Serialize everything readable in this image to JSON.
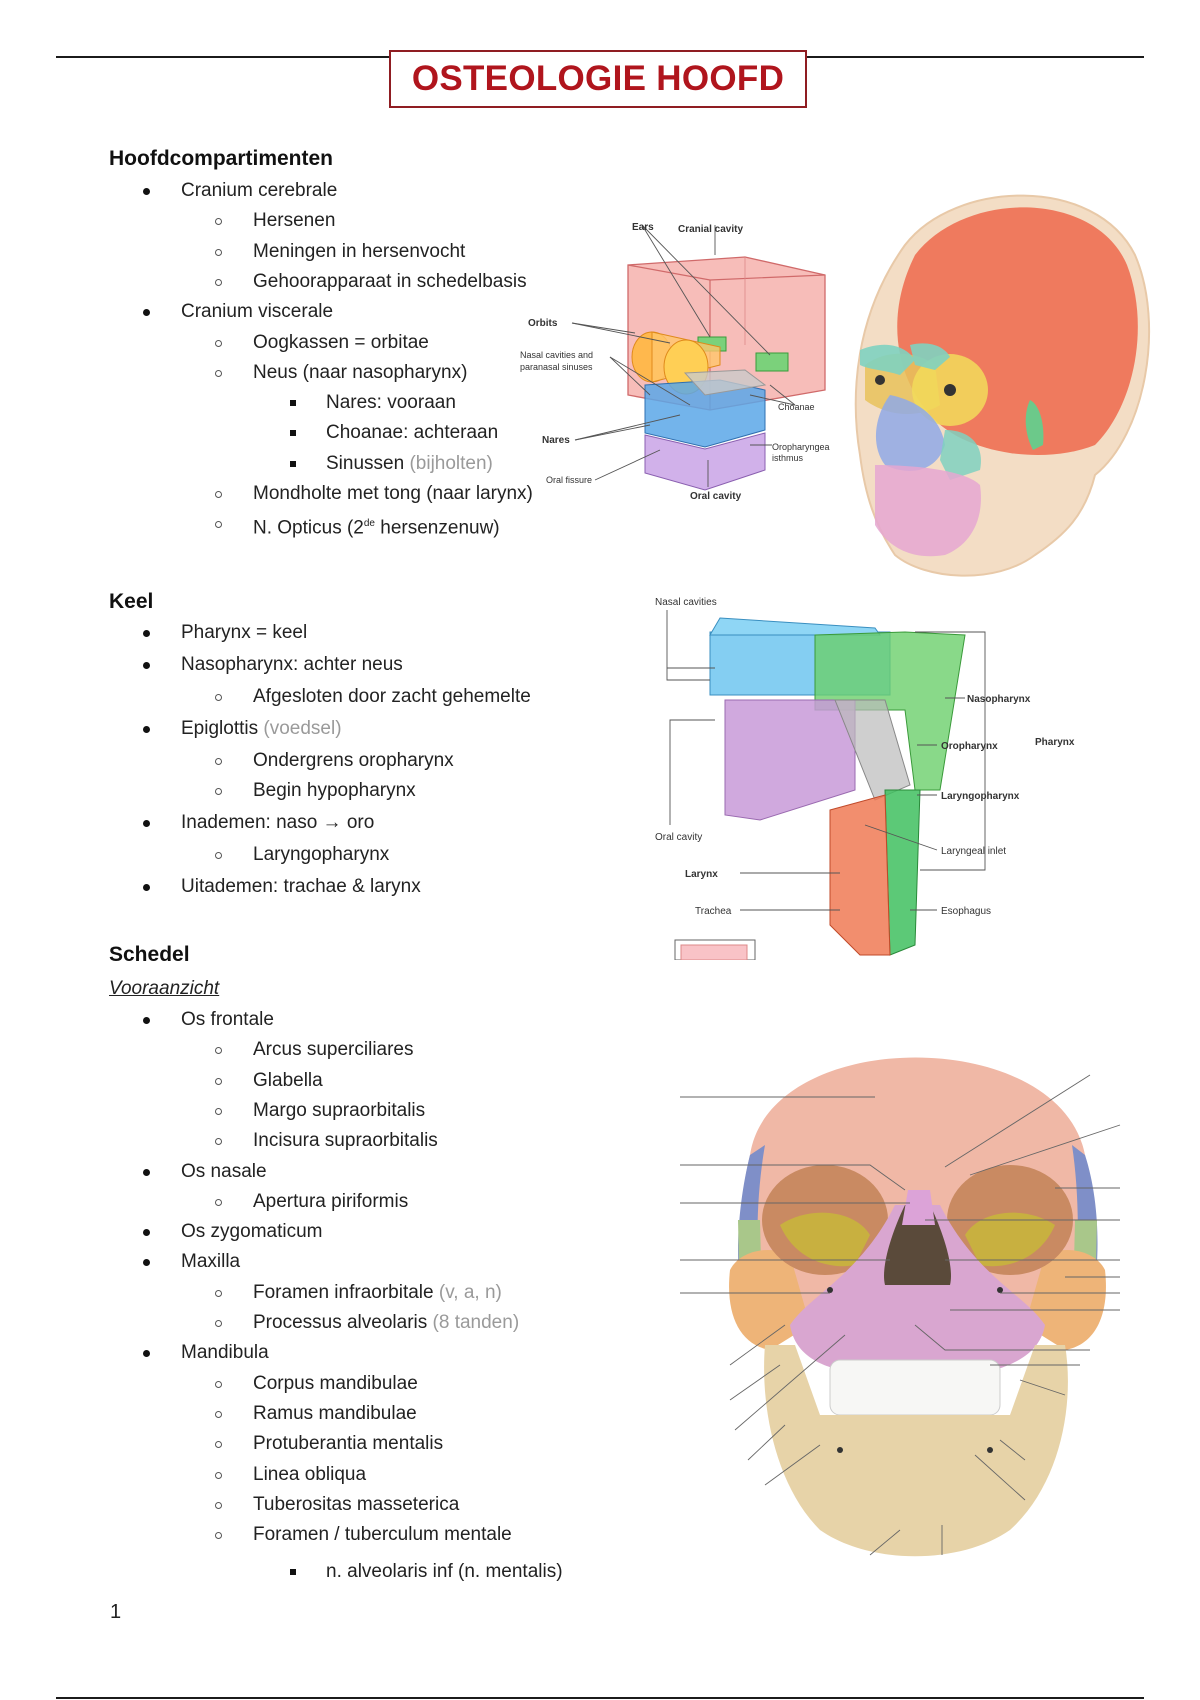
{
  "title": "OSTEOLOGIE HOOFD",
  "colors": {
    "title_text": "#b0151d",
    "title_border": "#8f1d22",
    "note_gray": "#9a9a9a"
  },
  "sections": {
    "hoofd": {
      "heading": "Hoofdcompartimenten",
      "items": [
        {
          "level": 1,
          "text": "Cranium cerebrale"
        },
        {
          "level": 2,
          "text": "Hersenen"
        },
        {
          "level": 2,
          "text": "Meningen in hersenvocht"
        },
        {
          "level": 2,
          "text": "Gehoorapparaat in schedelbasis"
        },
        {
          "level": 1,
          "text": "Cranium viscerale"
        },
        {
          "level": 2,
          "text": "Oogkassen = orbitae"
        },
        {
          "level": 2,
          "text": "Neus (naar nasopharynx)"
        },
        {
          "level": 3,
          "text": "Nares: vooraan"
        },
        {
          "level": 3,
          "text": "Choanae: achteraan"
        },
        {
          "level": 3,
          "text": "Sinussen",
          "note": " (bijholten)"
        },
        {
          "level": 2,
          "text": "Mondholte met tong (naar larynx)"
        },
        {
          "level": 2,
          "text": "N. Opticus (2",
          "sup": "de",
          "after": " hersenzenuw)"
        }
      ]
    },
    "keel": {
      "heading": "Keel",
      "items": [
        {
          "level": 1,
          "text": "Pharynx = keel"
        },
        {
          "level": 1,
          "text": "Nasopharynx: achter neus"
        },
        {
          "level": 2,
          "text": "Afgesloten door zacht gehemelte"
        },
        {
          "level": 1,
          "text": "Epiglottis",
          "note": " (voedsel)"
        },
        {
          "level": 2,
          "text": "Ondergrens oropharynx"
        },
        {
          "level": 2,
          "text": "Begin hypopharynx"
        },
        {
          "level": 1,
          "text": "Inademen: naso → oro"
        },
        {
          "level": 2,
          "text": "Laryngopharynx"
        },
        {
          "level": 1,
          "text": "Uitademen: trachae & larynx"
        }
      ]
    },
    "schedel": {
      "heading": "Schedel",
      "subheading": "Vooraanzicht",
      "items": [
        {
          "level": 1,
          "text": "Os frontale"
        },
        {
          "level": 2,
          "text": "Arcus superciliares"
        },
        {
          "level": 2,
          "text": "Glabella"
        },
        {
          "level": 2,
          "text": "Margo supraorbitalis"
        },
        {
          "level": 2,
          "text": "Incisura supraorbitalis"
        },
        {
          "level": 1,
          "text": "Os nasale"
        },
        {
          "level": 2,
          "text": "Apertura piriformis"
        },
        {
          "level": 1,
          "text": "Os zygomaticum"
        },
        {
          "level": 1,
          "text": "Maxilla"
        },
        {
          "level": 2,
          "text": "Foramen infraorbitale",
          "note": " (v, a, n)"
        },
        {
          "level": 2,
          "text": "Processus alveolaris",
          "note": " (8 tanden)"
        },
        {
          "level": 1,
          "text": "Mandibula"
        },
        {
          "level": 2,
          "text": "Corpus mandibulae"
        },
        {
          "level": 2,
          "text": "Ramus mandibulae"
        },
        {
          "level": 2,
          "text": "Protuberantia mentalis"
        },
        {
          "level": 2,
          "text": "Linea obliqua"
        },
        {
          "level": 2,
          "text": "Tuberositas masseterica"
        },
        {
          "level": 2,
          "text": "Foramen / tuberculum mentale"
        },
        {
          "level": 3,
          "text": "n. alveolaris inf (n. mentalis)"
        }
      ]
    }
  },
  "figures": {
    "compartments": {
      "labels": {
        "ears": "Ears",
        "cranial_cavity": "Cranial cavity",
        "orbits": "Orbits",
        "nasal_line1": "Nasal cavities and",
        "nasal_line2": "paranasal sinuses",
        "choanae": "Choanae",
        "nares": "Nares",
        "oral_fissure": "Oral fissure",
        "oropharyngeal_line1": "Oropharyngea",
        "oropharyngeal_line2": "isthmus",
        "oral_cavity": "Oral cavity"
      }
    },
    "pharynx": {
      "labels": {
        "nasal_cavities": "Nasal cavities",
        "nasopharynx": "Nasopharynx",
        "pharynx": "Pharynx",
        "oropharynx": "Oropharynx",
        "laryngopharynx": "Laryngopharynx",
        "laryngeal_inlet": "Laryngeal inlet",
        "oral_cavity": "Oral cavity",
        "larynx": "Larynx",
        "trachea": "Trachea",
        "esophagus": "Esophagus"
      }
    }
  },
  "footer": {
    "page_number": "1"
  }
}
